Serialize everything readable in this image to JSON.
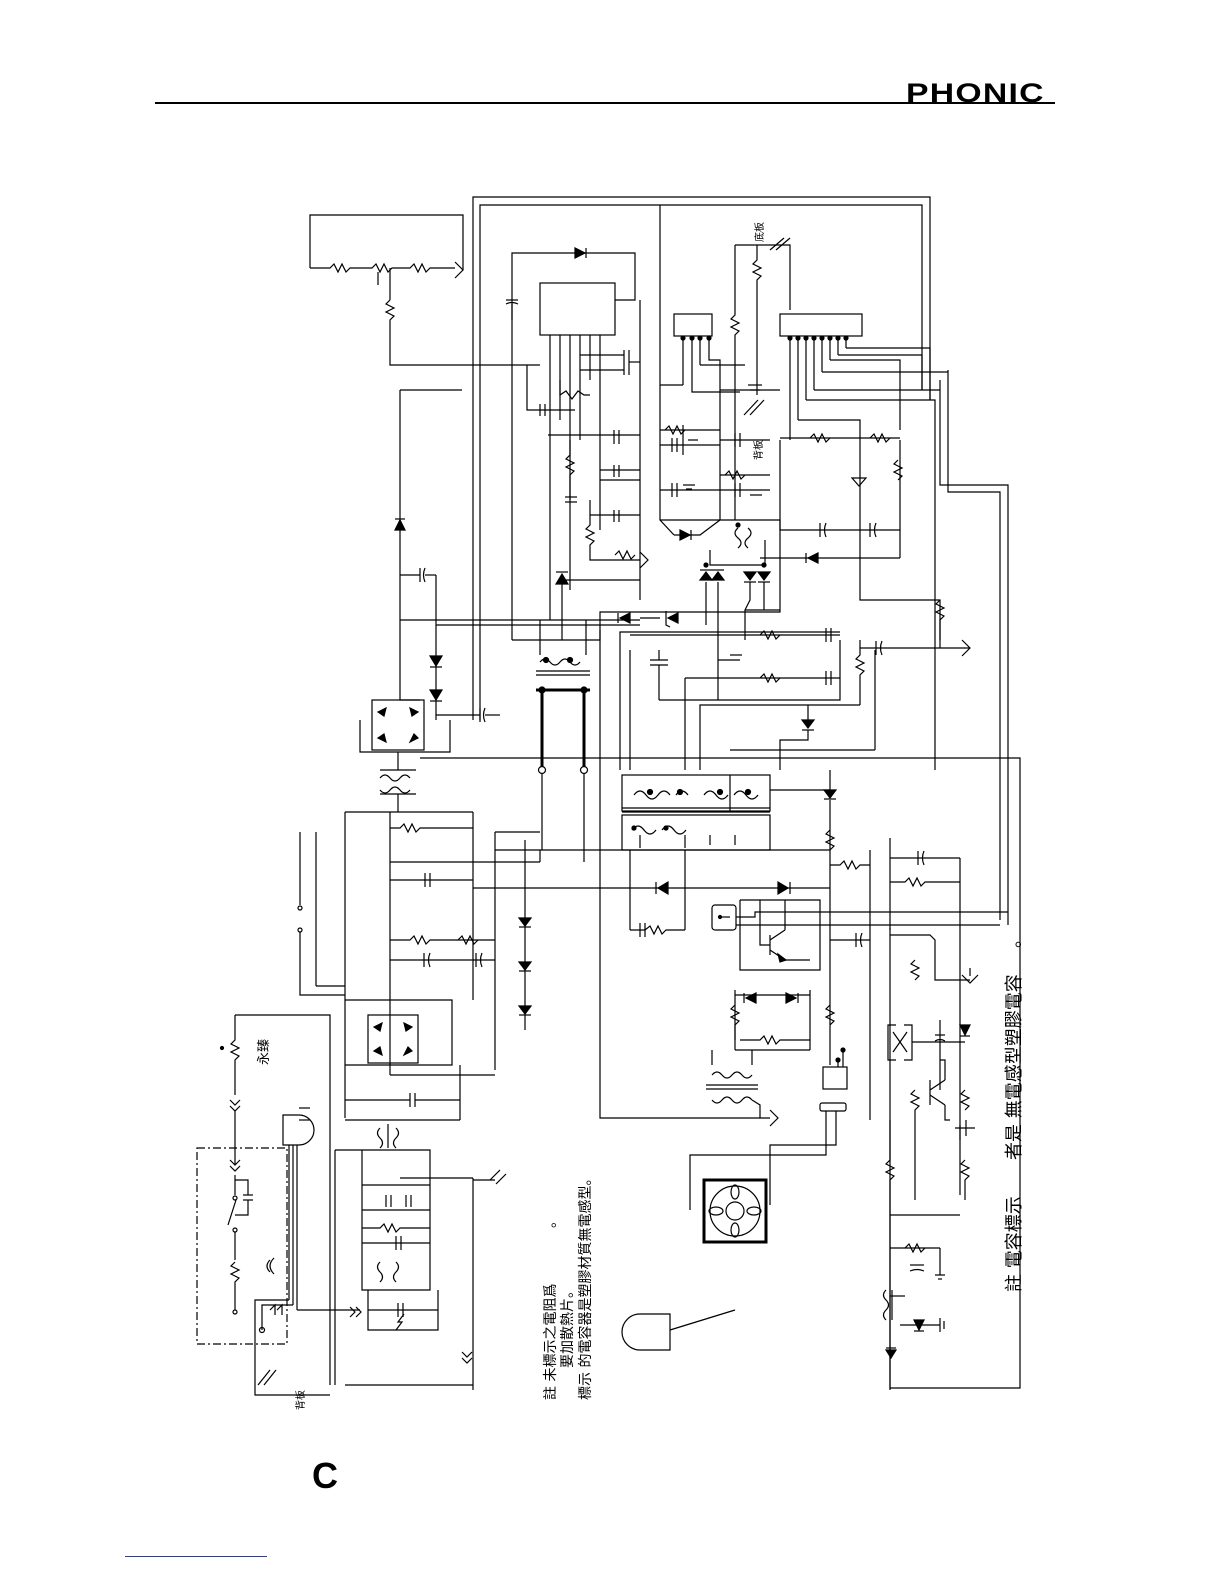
{
  "header": {
    "brand": "PHONIC"
  },
  "schematic": {
    "labels": {
      "chassis_top": "底板",
      "chassis_mid": "背板",
      "chassis_left": "背板",
      "thermal_fuse": "永臻",
      "note_1a": "註 未標示之電阻爲",
      "note_1b": "要加散熱片。",
      "note_1c": "標示 的電容器是塑膠材質無電感型。",
      "note_2a": "註 電容標示",
      "note_2b": "者是 無電感型塑膠電容",
      "dot": "。"
    }
  },
  "footer": {
    "mark": "C"
  }
}
